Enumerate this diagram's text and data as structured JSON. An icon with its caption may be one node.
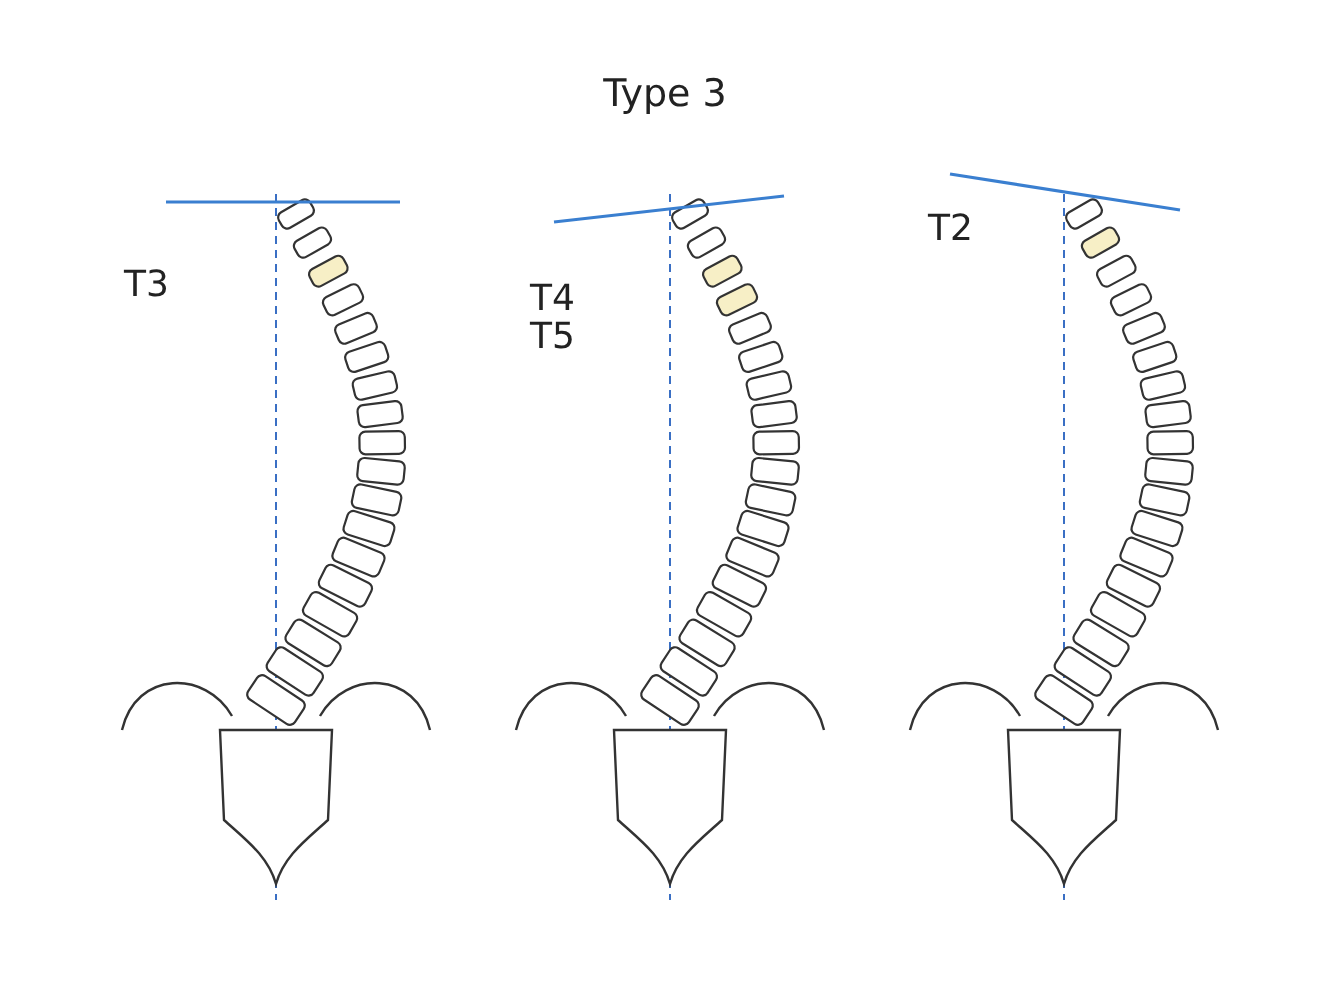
{
  "diagram": {
    "title": "Type 3",
    "labels": [
      "T3",
      "T4",
      "T5",
      "T2"
    ]
  }
}
